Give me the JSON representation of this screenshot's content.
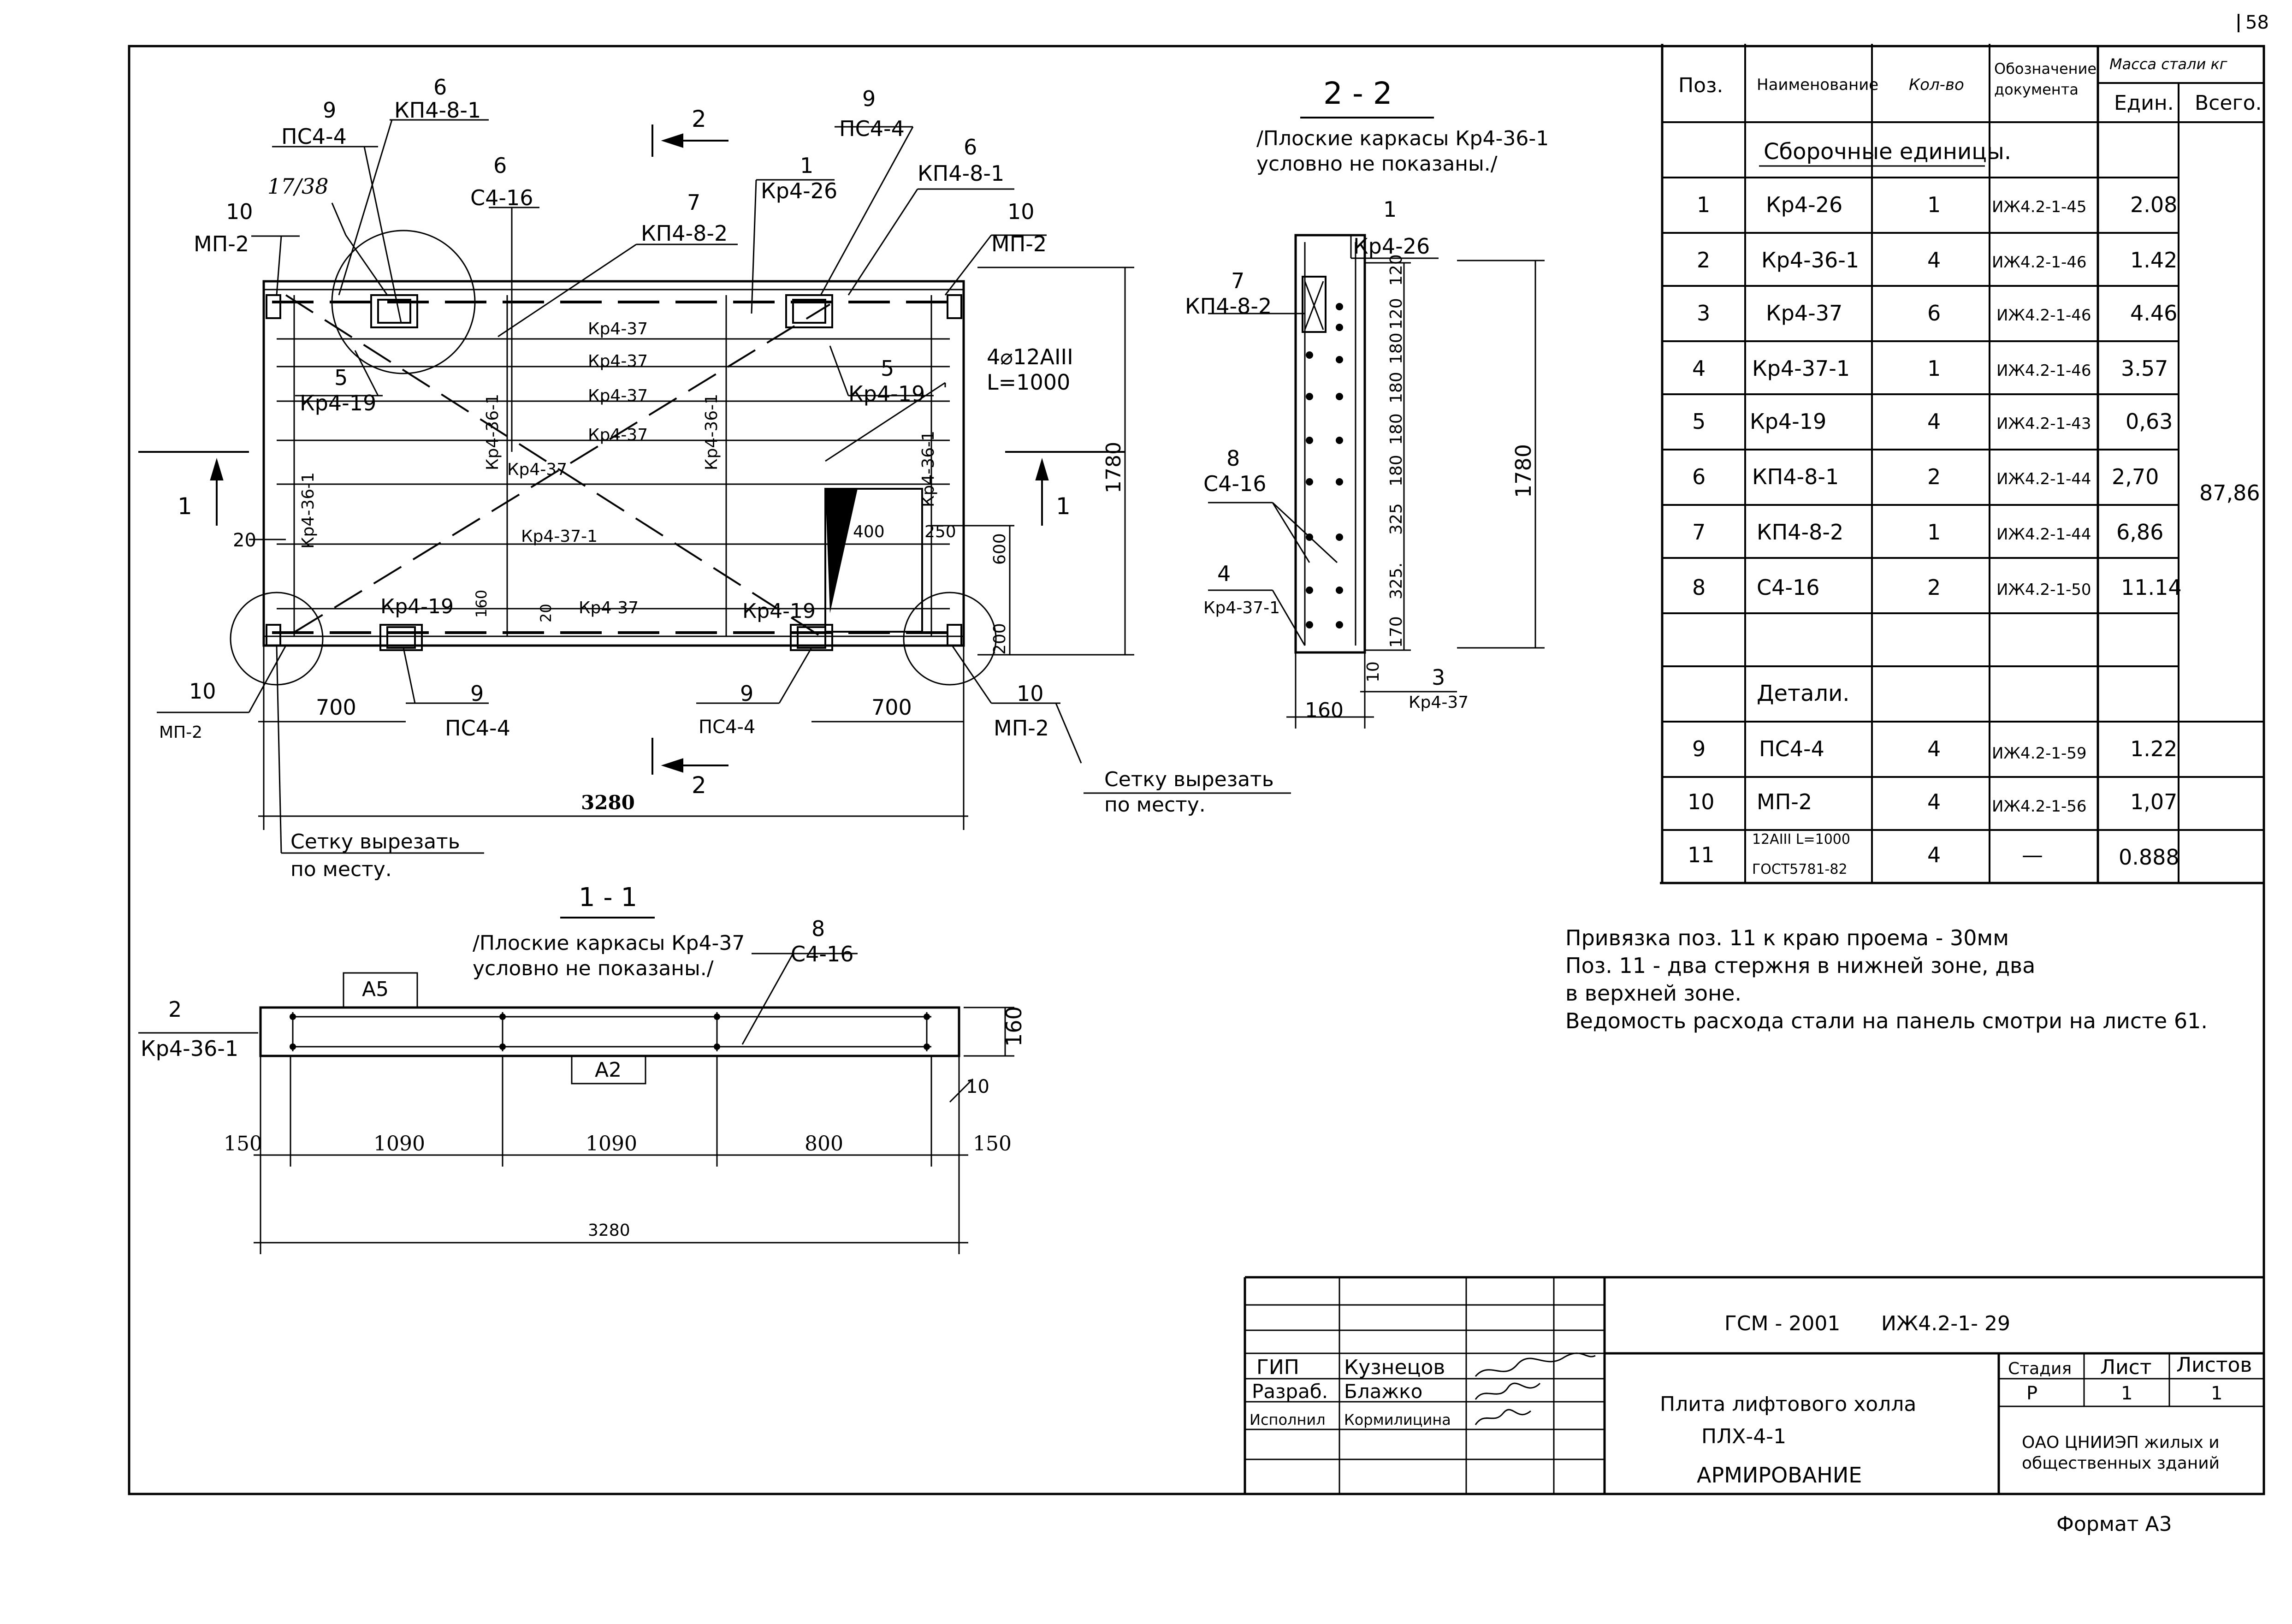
{
  "sheet": {
    "page_number": "58",
    "format": "Формат А3"
  },
  "plan": {
    "cut_marks": {
      "top": "2",
      "bottom": "2",
      "left": "1",
      "right": "1"
    },
    "callouts": {
      "c9_left_num": "9",
      "c9_left": "ПС4-4",
      "c6_left_num": "6",
      "c6_left": "КП4-8-1",
      "c10_tl_num": "10",
      "c10_tl": "МП-2",
      "node_ref": "17/38",
      "c6_mid_num": "6",
      "c6_mid": "С4-16",
      "c7_num": "7",
      "c7": "КП4-8-2",
      "c1_num": "1",
      "c1": "Кр4-26",
      "c9_right_num": "9",
      "c9_right": "ПС4-4",
      "c6_right_num": "6",
      "c6_right": "КП4-8-1",
      "c10_tr_num": "10",
      "c10_tr": "МП-2",
      "c5_left_num": "5",
      "c5_left": "Кр4-19",
      "c5_right_num": "5",
      "c5_right": "Кр4-19",
      "c11_a": "4⌀12AIII",
      "c11_b": "L=1000",
      "c10_bl_num": "10",
      "c10_bl": "МП-2",
      "c9_bl_num": "9",
      "c9_bl": "ПС4-4",
      "c9_br_num": "9",
      "c9_br": "ПС4-4",
      "c10_br_num": "10",
      "c10_br": "МП-2"
    },
    "labels": {
      "kr437_a": "Кр4-37",
      "kr437_b": "Кр4-37",
      "kr437_c": "Кр4-37",
      "kr437_d": "Кр4-37",
      "kr437_e": "Кр4-37",
      "kr437_f": "Кр4-37",
      "kr4371": "Кр4-37-1",
      "kr4361_a": "Кр4-36-1",
      "kr4361_b": "Кр4-36-1",
      "kr4361_c": "Кр4-36-1",
      "kr4361_d": "Кр4-36-1",
      "kr419_a": "Кр4-19",
      "kr419_b": "Кр4-19"
    },
    "dims": {
      "d20": "20",
      "d400": "400",
      "d250": "250",
      "d600": "600",
      "d200": "200",
      "d160": "160",
      "d20b": "20",
      "d1780": "1780",
      "d700a": "700",
      "d700b": "700",
      "d3280": "3280"
    },
    "notes": {
      "cut_right_a": "Сетку вырезать",
      "cut_right_b": "по месту.",
      "cut_left_a": "Сетку вырезать",
      "cut_left_b": "по месту."
    }
  },
  "section22": {
    "title": "2 - 2",
    "note_a": "/Плоские каркасы Кр4-36-1",
    "note_b": "условно не показаны./",
    "c1_num": "1",
    "c1": "Кр4-26",
    "c7_num": "7",
    "c7": "КП4-8-2",
    "c8_num": "8",
    "c8": "С4-16",
    "c4_num": "4",
    "c4": "Кр4-37-1",
    "c3_num": "3",
    "c3": "Кр4-37",
    "dims": [
      "120",
      "120",
      "180",
      "180",
      "180",
      "180",
      "325",
      "325.",
      "170"
    ],
    "d1780": "1780",
    "d10": "10",
    "d160": "160"
  },
  "section11": {
    "title": "1 - 1",
    "note_a": "/Плоские каркасы Кр4-37",
    "note_b": "условно не показаны./",
    "c8_num": "8",
    "c8": "С4-16",
    "c2_num": "2",
    "c2": "Кр4-36-1",
    "a5": "А5",
    "a2": "А2",
    "d160": "160",
    "d10": "10",
    "dims": [
      "150",
      "1090",
      "1090",
      "800",
      "150"
    ],
    "total": "3280"
  },
  "spec": {
    "headers": {
      "pos": "Поз.",
      "name": "Наименование",
      "qty": "Кол-во",
      "doc": "Обозначение документа",
      "doc_a": "Обозначение",
      "doc_b": "документа",
      "mass": "Масса стали кг",
      "unit": "Един.",
      "total": "Всего."
    },
    "group1": "Сборочные единицы.",
    "rows1": [
      {
        "pos": "1",
        "name": "Кр4-26",
        "qty": "1",
        "doc": "ИЖ4.2-1-45",
        "unit": "2.08"
      },
      {
        "pos": "2",
        "name": "Кр4-36-1",
        "qty": "4",
        "doc": "ИЖ4.2-1-46",
        "unit": "1.42"
      },
      {
        "pos": "3",
        "name": "Кр4-37",
        "qty": "6",
        "doc": "ИЖ4.2-1-46",
        "unit": "4.46"
      },
      {
        "pos": "4",
        "name": "Кр4-37-1",
        "qty": "1",
        "doc": "ИЖ4.2-1-46",
        "unit": "3.57"
      },
      {
        "pos": "5",
        "name": "Кр4-19",
        "qty": "4",
        "doc": "ИЖ4.2-1-43",
        "unit": "0,63"
      },
      {
        "pos": "6",
        "name": "КП4-8-1",
        "qty": "2",
        "doc": "ИЖ4.2-1-44",
        "unit": "2,70"
      },
      {
        "pos": "7",
        "name": "КП4-8-2",
        "qty": "1",
        "doc": "ИЖ4.2-1-44",
        "unit": "6,86"
      },
      {
        "pos": "8",
        "name": "С4-16",
        "qty": "2",
        "doc": "ИЖ4.2-1-50",
        "unit": "11.14"
      }
    ],
    "group2": "Детали.",
    "rows2": [
      {
        "pos": "9",
        "name": "ПС4-4",
        "qty": "4",
        "doc": "ИЖ4.2-1-59",
        "unit": "1.22"
      },
      {
        "pos": "10",
        "name": "МП-2",
        "qty": "4",
        "doc": "ИЖ4.2-1-56",
        "unit": "1,07"
      }
    ],
    "row11": {
      "pos": "11",
      "name_a": "12AIII L=1000",
      "name_b": "ГОСТ5781-82",
      "qty": "4",
      "doc": "—",
      "unit": "0.888"
    },
    "total": "87,86"
  },
  "notes": [
    "Привязка поз. 11 к краю проема - 30мм",
    "Поз. 11 - два стержня в нижней зоне, два",
    "в верхней зоне.",
    "Ведомость расхода стали на панель смотри на листе 61."
  ],
  "title_block": {
    "code_a": "ГСМ - 2001",
    "code_b": "ИЖ4.2-1- 29",
    "roles": [
      {
        "role": "ГИП",
        "name": "Кузнецов"
      },
      {
        "role": "Разраб.",
        "name": "Блажко"
      },
      {
        "role": "Исполнил",
        "name": "Кормилицина"
      }
    ],
    "title_a": "Плита лифтового холла",
    "title_b": "ПЛХ-4-1",
    "title_c": "АРМИРОВАНИЕ",
    "stage_h": "Стадия",
    "sheet_h": "Лист",
    "sheets_h": "Листов",
    "stage": "Р",
    "sheet": "1",
    "sheets": "1",
    "org_a": "ОАО ЦНИИЭП жилых и",
    "org_b": "общественных зданий"
  }
}
